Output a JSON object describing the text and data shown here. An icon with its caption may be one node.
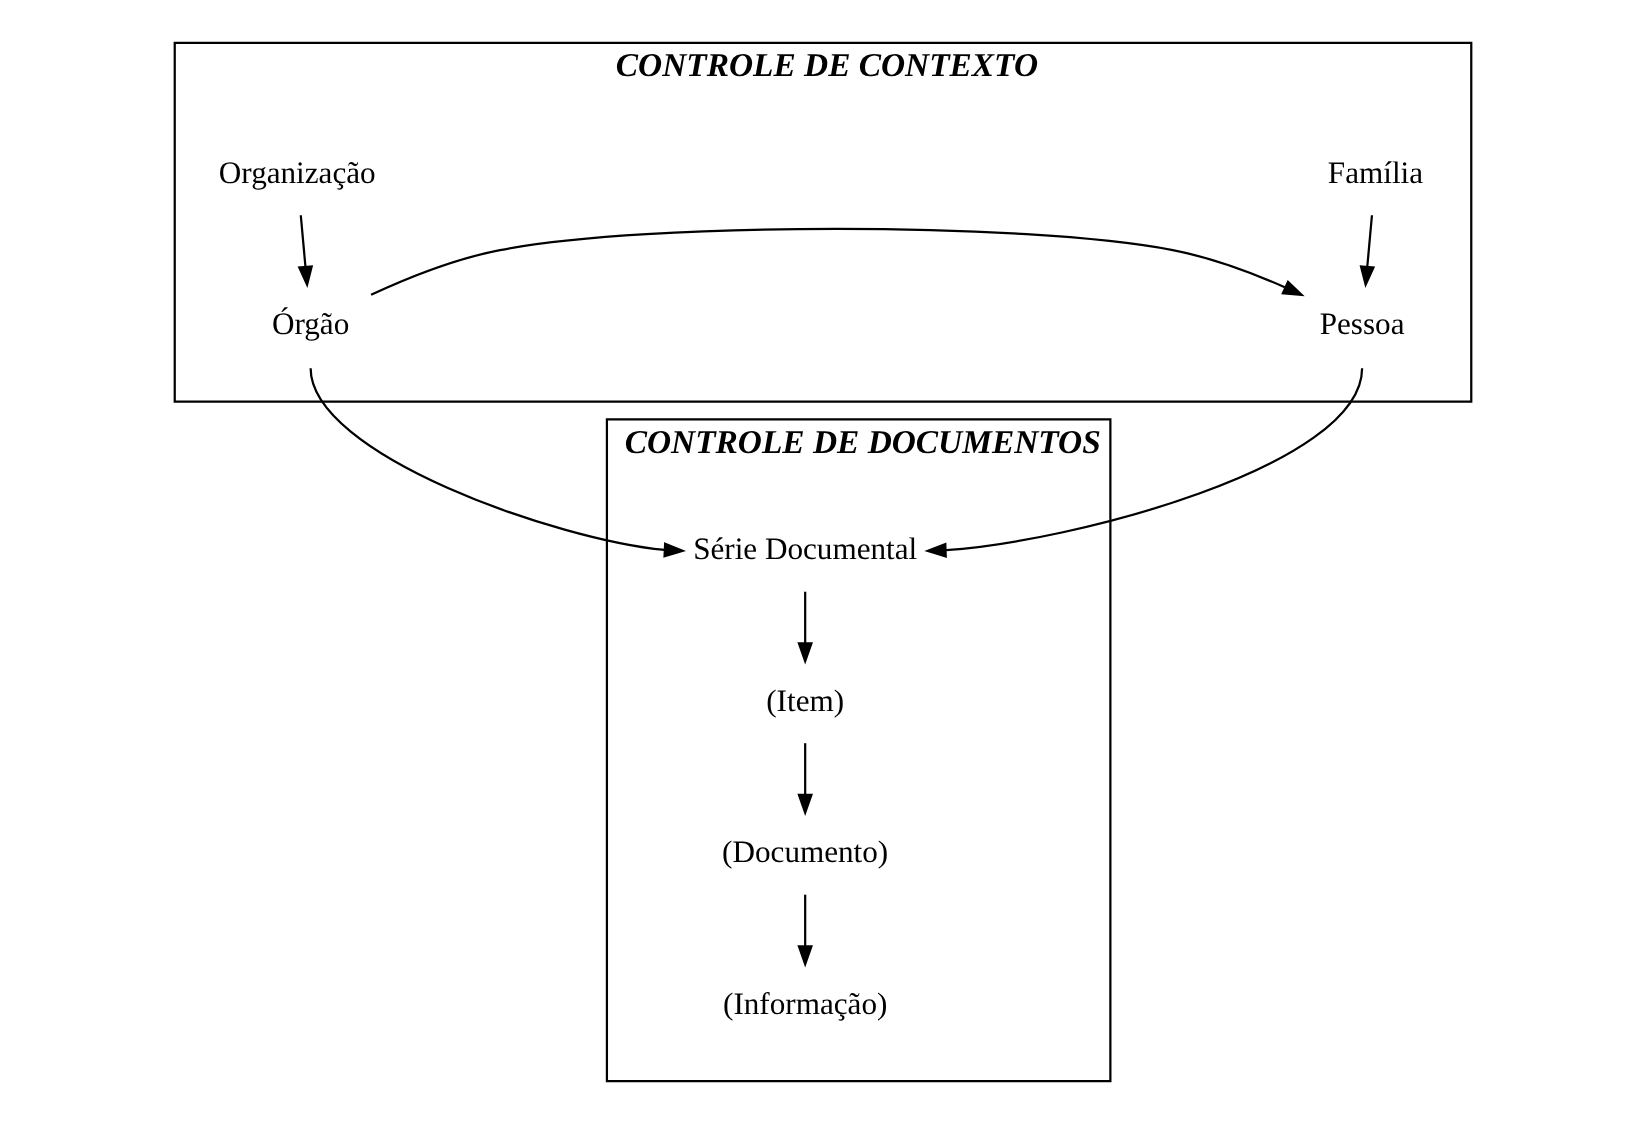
{
  "diagram": {
    "nodes": [
      {
        "text": [
          "CONTROLE DE CONTEXTO"
        ]
      },
      {
        "text": [
          "Organização"
        ],
        "in": 0
      },
      {
        "text": [
          "Órgão"
        ],
        "in": 0
      },
      {
        "text": [
          "Família"
        ],
        "in": 0
      },
      {
        "text": [
          "Pessoa"
        ],
        "in": 0
      },
      {
        "text": [
          "CONTROLE DE DOCUMENTOS"
        ]
      },
      {
        "text": [
          "Série Documental"
        ],
        "in": 5
      },
      {
        "text": [
          "(Item)"
        ],
        "in": 5
      },
      {
        "text": [
          "(Documento)"
        ],
        "in": 5
      },
      {
        "text": [
          "(Informação)"
        ],
        "in": 5
      }
    ],
    "edges": [
      {
        "from": 1,
        "to": 2,
        "arrow": "to"
      },
      {
        "from": 3,
        "to": 4,
        "arrow": "to"
      },
      {
        "from": 2,
        "to": 4,
        "arrow": "to"
      },
      {
        "from": 2,
        "to": 6,
        "arrow": "to"
      },
      {
        "from": 4,
        "to": 6,
        "arrow": "to"
      },
      {
        "from": 6,
        "to": 7,
        "arrow": "to"
      },
      {
        "from": 7,
        "to": 8,
        "arrow": "to"
      },
      {
        "from": 8,
        "to": 9,
        "arrow": "to"
      }
    ]
  }
}
